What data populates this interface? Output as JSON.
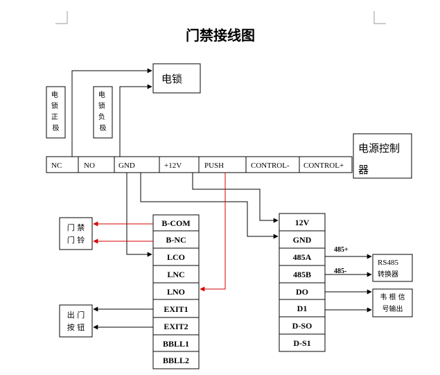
{
  "title": "门禁接线图",
  "lock": {
    "label": "电锁"
  },
  "lock_pos_wire": {
    "lines": [
      "电",
      "锁",
      "正",
      "极"
    ]
  },
  "lock_neg_wire": {
    "lines": [
      "电",
      "锁",
      "负",
      "极"
    ]
  },
  "terminal_strip": [
    {
      "id": "nc",
      "label": "NC"
    },
    {
      "id": "no",
      "label": "NO"
    },
    {
      "id": "gnd",
      "label": "GND"
    },
    {
      "id": "p12v",
      "label": "+12V"
    },
    {
      "id": "push",
      "label": "PUSH"
    },
    {
      "id": "ctrl-minus",
      "label": "CONTROL-"
    },
    {
      "id": "ctrl-plus",
      "label": "CONTROL+"
    }
  ],
  "power_controller": {
    "line1": "电源控制",
    "line2": "器"
  },
  "door_bell": {
    "line1": "门 禁",
    "line2": "门 铃"
  },
  "exit_button": {
    "line1": "出 门",
    "line2": "按 钮"
  },
  "left_module": [
    {
      "id": "b-com",
      "label": "B-COM"
    },
    {
      "id": "b-nc",
      "label": "B-NC"
    },
    {
      "id": "lco",
      "label": "LCO"
    },
    {
      "id": "lnc",
      "label": "LNC"
    },
    {
      "id": "lno",
      "label": "LNO"
    },
    {
      "id": "exit1",
      "label": "EXIT1"
    },
    {
      "id": "exit2",
      "label": "EXIT2"
    },
    {
      "id": "bbll1",
      "label": "BBLL1"
    },
    {
      "id": "bbll2",
      "label": "BBLL2"
    }
  ],
  "right_module": [
    {
      "id": "12v",
      "label": "12V"
    },
    {
      "id": "gnd",
      "label": "GND"
    },
    {
      "id": "485a",
      "label": "485A"
    },
    {
      "id": "485b",
      "label": "485B"
    },
    {
      "id": "do",
      "label": "DO"
    },
    {
      "id": "d1",
      "label": "D1"
    },
    {
      "id": "d-so",
      "label": "D-SO"
    },
    {
      "id": "d-s1",
      "label": "D-S1"
    }
  ],
  "label_485plus": "485+",
  "label_485minus": "485-",
  "rs485": {
    "line1": "RS485",
    "line2": "转换器"
  },
  "card_reader": {
    "line1": "韦 根 信",
    "line2": "号输出"
  },
  "colors": {
    "wire": "#000000",
    "signal": "#d40000"
  }
}
